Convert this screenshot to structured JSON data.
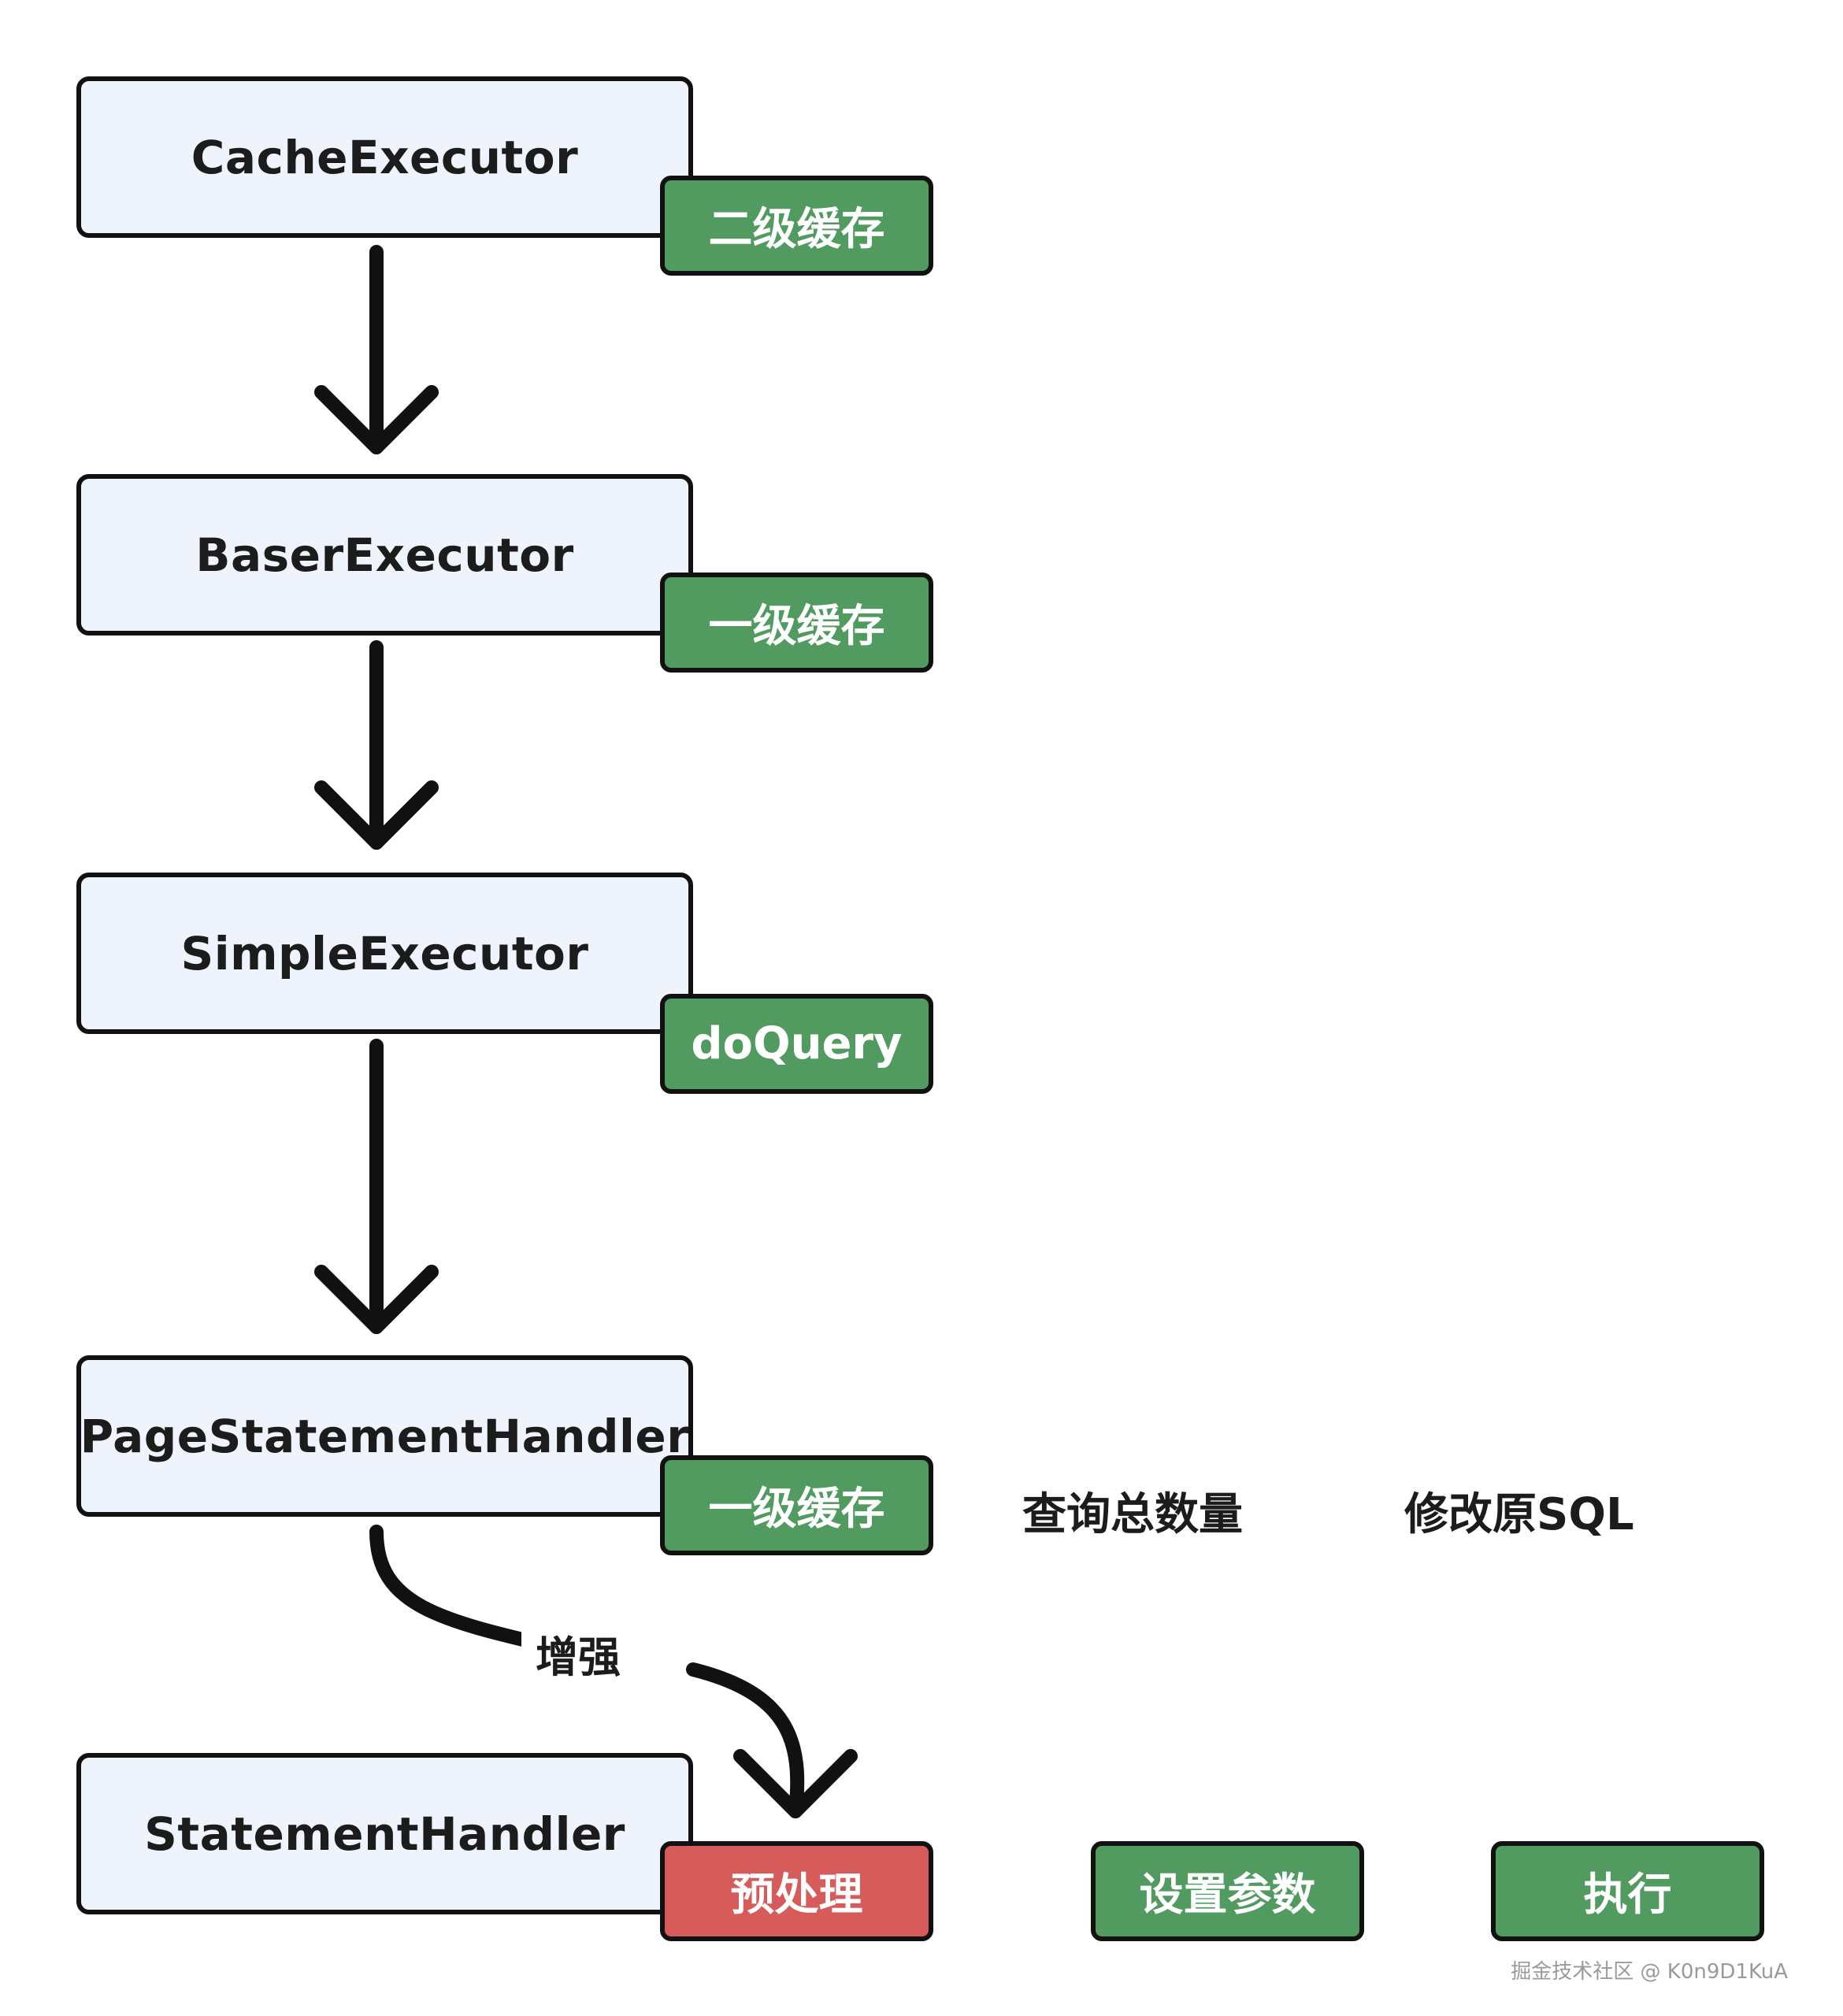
{
  "nodes": {
    "cache_executor": "CacheExecutor",
    "baser_executor": "BaserExecutor",
    "simple_executor": "SimpleExecutor",
    "page_statement_handler": "PageStatementHandler",
    "statement_handler": "StatementHandler"
  },
  "tags": {
    "cache_executor_tag": "二级缓存",
    "baser_executor_tag": "一级缓存",
    "simple_executor_tag": "doQuery",
    "page_handler_tag": "一级缓存",
    "preprocess_tag": "预处理",
    "set_params_tag": "设置参数",
    "execute_tag": "执行"
  },
  "labels": {
    "query_total": "查询总数量",
    "modify_sql": "修改原SQL",
    "enhance": "增强"
  },
  "watermark": "掘金技术社区 @ K0n9D1KuA",
  "colors": {
    "node_fill": "#eff3fb",
    "tag_green": "#519a60",
    "tag_red": "#d55c5a",
    "stroke": "#111111"
  }
}
